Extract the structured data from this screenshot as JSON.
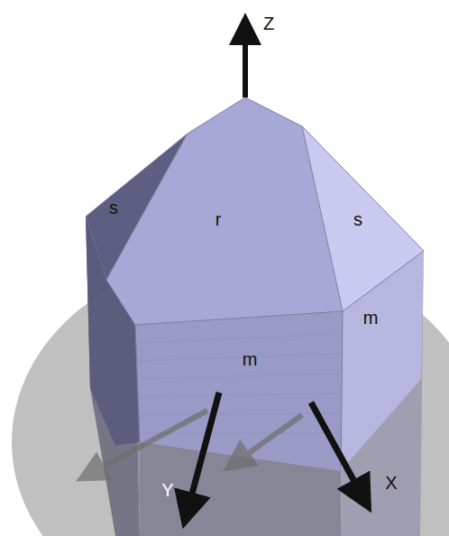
{
  "diagram": {
    "labels": [
      "Z",
      "s",
      "r",
      "s",
      "m",
      "m",
      "Y",
      "X"
    ]
  }
}
